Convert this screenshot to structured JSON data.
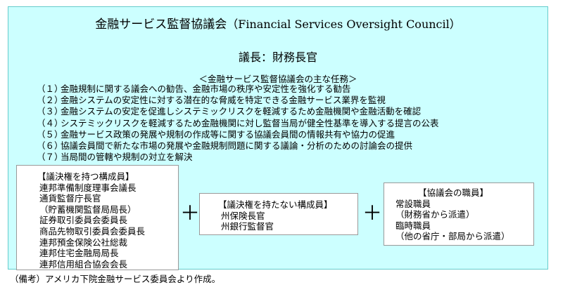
{
  "title_jp": "金融サービス監督協議会",
  "title_en": "（Financial Services Oversight Council）",
  "chair": "議長：財務長官",
  "duties_heading": "＜金融サービス監督協議会の主な任務＞",
  "duties": [
    {
      "num": "（１）",
      "text": "金融規制に関する議会への勧告、金融市場の秩序や安定性を強化する勧告"
    },
    {
      "num": "（２）",
      "text": "金融システムの安定性に対する潜在的な脅威を特定できる金融サービス業界を監視"
    },
    {
      "num": "（３）",
      "text": "金融システムの安定を促進しシステミックリスクを軽減するため金融機関や金融活動を確認"
    },
    {
      "num": "（４）",
      "text": "システミックリスクを軽減するため金融機関に対し監督当局が健全性基準を導入する提言の公表"
    },
    {
      "num": "（５）",
      "text": "金融サービス政策の発展や規制の作成等に関する協議会員間の情報共有や協力の促進"
    },
    {
      "num": "（６）",
      "text": "協議会員間で新たな市場の発展や金融規制問題に関する議論・分析のための討論会の提供"
    },
    {
      "num": "（７）",
      "text": "当局間の管轄や規制の対立を解決"
    }
  ],
  "voting_members": {
    "heading": "【議決権を持つ構成員】",
    "items": [
      "連邦準備制度理事会議長",
      "通貨監督庁長官",
      "（貯蓄機関監督局局長）",
      "証券取引委員会委員長",
      "商品先物取引委員会委員長",
      "連邦預金保険公社総裁",
      "連邦住宅金融局局長",
      "連邦信用組合協会会長"
    ]
  },
  "plus_sign": "＋",
  "nonvoting_members": {
    "heading": "【議決権を持たない構成員】",
    "items": [
      "州保険長官",
      "州銀行監督官"
    ]
  },
  "staff": {
    "heading": "【協議会の職員】",
    "items": [
      "常設職員",
      "（財務省から派遣）",
      "臨時職員",
      "（他の省庁・部局から派遣）"
    ]
  },
  "source_note": "（備考）アメリカ下院金融サービス委員会より作成。"
}
